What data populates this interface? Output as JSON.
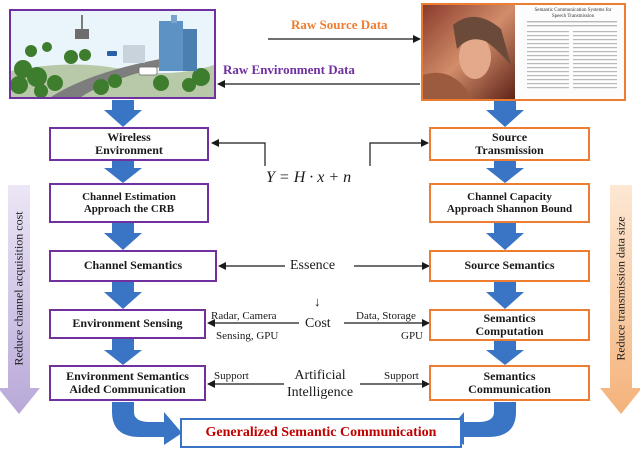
{
  "top": {
    "raw_source_data": "Raw Source Data",
    "raw_environment_data": "Raw Environment Data",
    "paper_title": "Semantic Communication Systems for Speech Transmission"
  },
  "left_column": {
    "wireless_environment": [
      "Wireless",
      "Environment"
    ],
    "channel_estimation": [
      "Channel Estimation",
      "Approach the CRB"
    ],
    "channel_semantics": "Channel Semantics",
    "environment_sensing": "Environment Sensing",
    "env_semantics_comm": [
      "Environment Semantics",
      "Aided Communication"
    ]
  },
  "right_column": {
    "source_transmission": [
      "Source",
      "Transmission"
    ],
    "channel_capacity": [
      "Channel Capacity",
      "Approach Shannon Bound"
    ],
    "source_semantics": "Source Semantics",
    "semantics_computation": [
      "Semantics",
      "Computation"
    ],
    "semantics_communication": [
      "Semantics",
      "Communication"
    ]
  },
  "middle": {
    "equation": "Y = H · x + n",
    "essence": "Essence",
    "cost": "Cost",
    "down_arrow": "↓",
    "radar_camera": "Radar, Camera",
    "sensing_gpu": "Sensing, GPU",
    "data_storage": "Data, Storage",
    "gpu": "GPU",
    "support_left": "Support",
    "support_right": "Support",
    "ai": [
      "Artificial",
      "Intelligence"
    ]
  },
  "side": {
    "left_label": "Reduce channel acquisition cost",
    "right_label": "Reduce transmission data size"
  },
  "bottom": {
    "generalized": "Generalized Semantic Communication"
  },
  "colors": {
    "purple": "#7030a0",
    "orange": "#ed7d31",
    "blue": "#3a74c4",
    "red": "#c00000",
    "left_bar": "#c9bfe0",
    "right_bar": "#f7c79a"
  }
}
